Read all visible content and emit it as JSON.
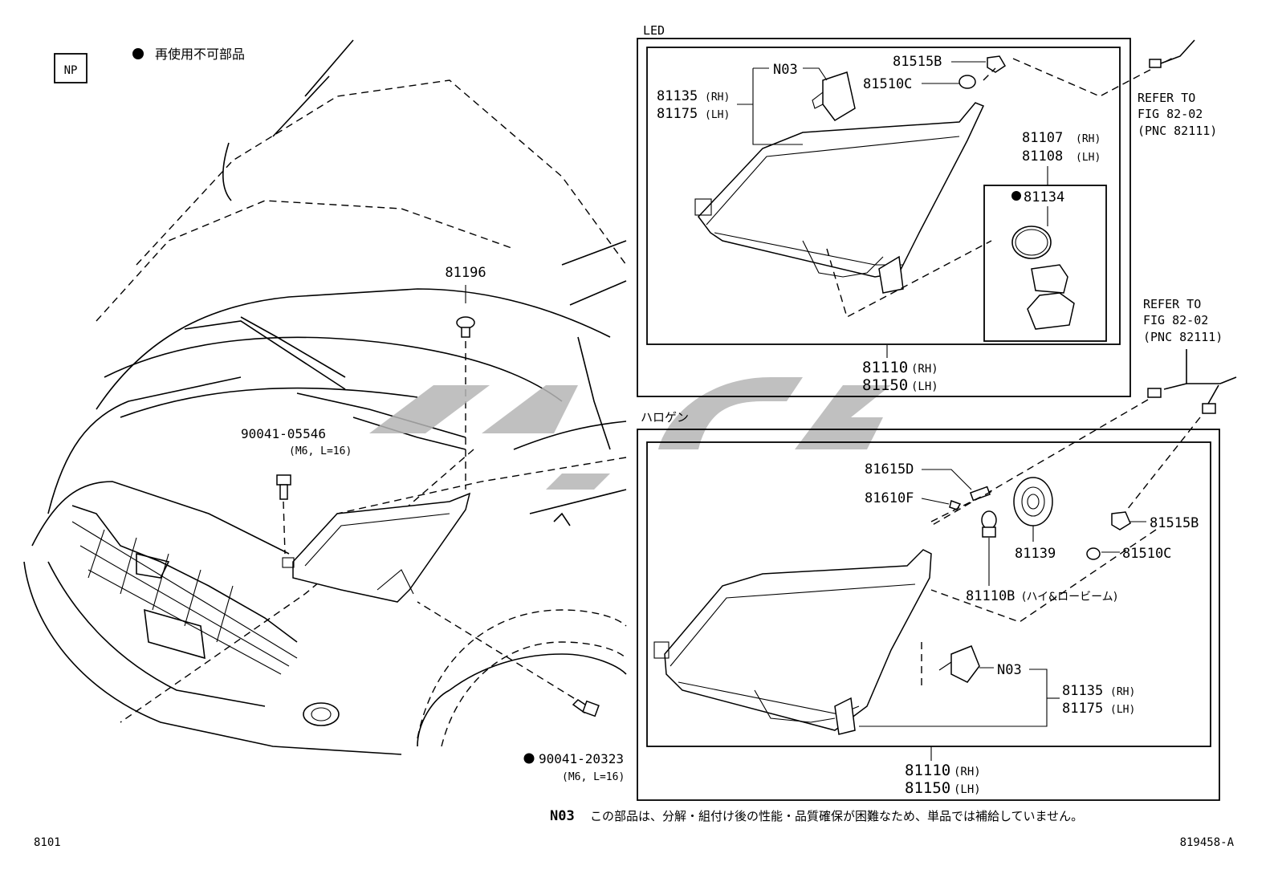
{
  "header": {
    "np_label": "NP",
    "legend_text": "再使用不可部品"
  },
  "vehicle": {
    "part_81196": "81196",
    "part_90041_05546": "90041-05546",
    "spec_90041_05546": "(M6, L=16)",
    "part_90041_20323": "90041-20323",
    "spec_90041_20323": "(M6, L=16)"
  },
  "led_section": {
    "title": "LED",
    "p_81515b": "81515B",
    "p_n03": "N03",
    "p_81510c": "81510C",
    "p_81135": "81135",
    "p_81175": "81175",
    "p_81107": "81107",
    "p_81108": "81108",
    "p_81134": "81134",
    "p_81110": "81110",
    "p_81150": "81150",
    "rh": "(RH)",
    "lh": "(LH)",
    "refer_1": "REFER TO",
    "refer_2": "FIG 82-02",
    "refer_3": "(PNC 82111)"
  },
  "halogen_section": {
    "title": "ハロゲン",
    "refer_1": "REFER TO",
    "refer_2": "FIG 82-02",
    "refer_3": "(PNC 82111)",
    "p_81615d": "81615D",
    "p_81610f": "81610F",
    "p_81139": "81139",
    "p_81515b": "81515B",
    "p_81510c": "81510C",
    "p_81110b": "81110B",
    "p_81110b_note": "(ハイ&ロービーム)",
    "p_n03": "N03",
    "p_81135": "81135",
    "p_81175": "81175",
    "p_81110": "81110",
    "p_81150": "81150",
    "rh": "(RH)",
    "lh": "(LH)"
  },
  "footnote": {
    "code": "N03",
    "text": "この部品は、分解・組付け後の性能・品質確保が困難なため、単品では補給していません。"
  },
  "footer": {
    "page_code": "8101",
    "figure_code": "819458-A"
  },
  "colors": {
    "ink": "#000000",
    "watermark": "#b5b5b5",
    "background": "#ffffff"
  }
}
